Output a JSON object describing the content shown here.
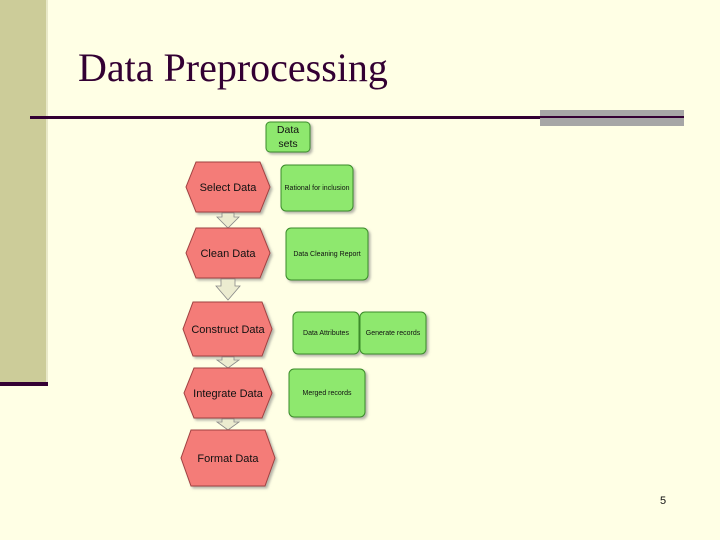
{
  "title": "Data Preprocessing",
  "slide_number": "5",
  "colors": {
    "process_fill": "#f47c78",
    "artifact_fill": "#8ee86e",
    "arrow_fill": "#ececd0"
  },
  "diagram": {
    "input": "Data sets",
    "steps": [
      {
        "label": "Select Data",
        "outputs": [
          "Rational for inclusion"
        ]
      },
      {
        "label": "Clean Data",
        "outputs": [
          "Data Cleaning Report"
        ]
      },
      {
        "label": "Construct Data",
        "outputs": [
          "Data Attributes",
          "Generate records"
        ]
      },
      {
        "label": "Integrate Data",
        "outputs": [
          "Merged records"
        ]
      },
      {
        "label": "Format Data",
        "outputs": []
      }
    ]
  }
}
